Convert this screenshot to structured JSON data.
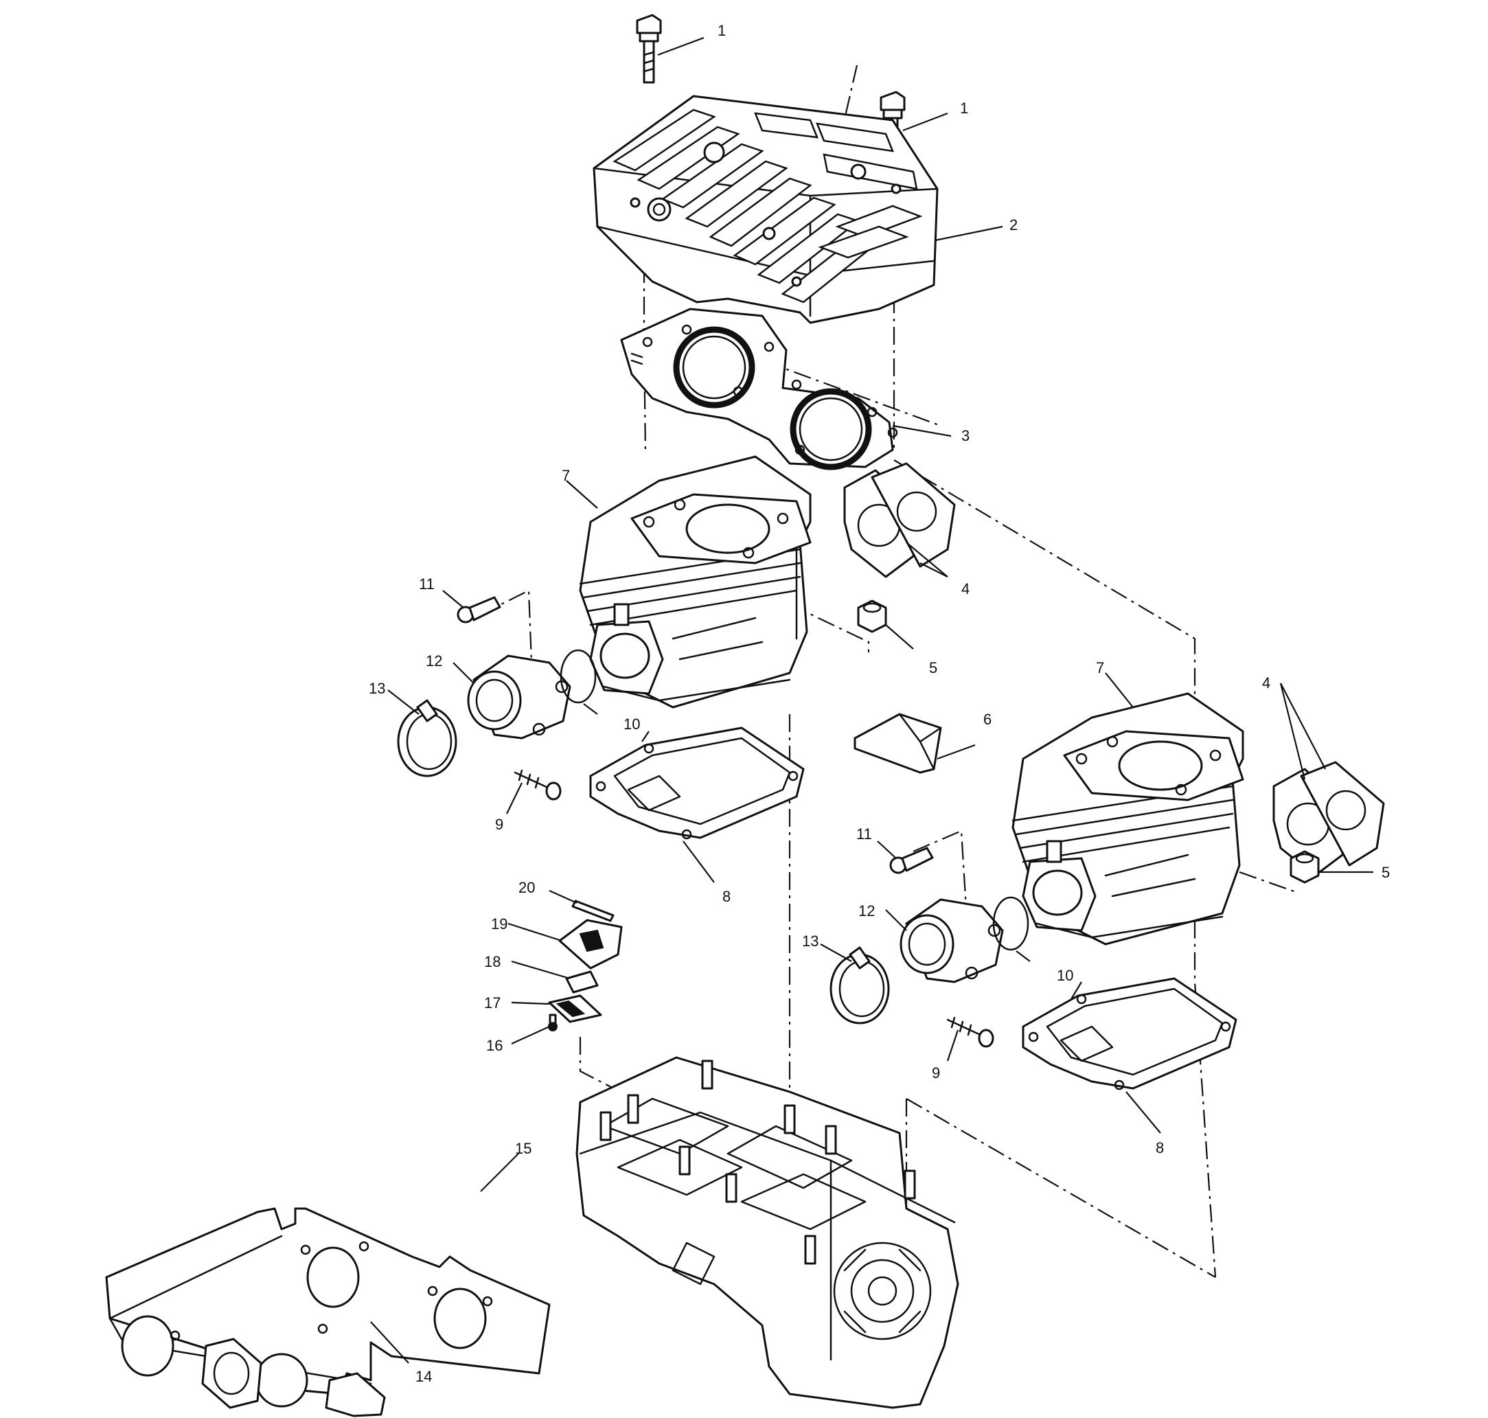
{
  "diagram": {
    "callouts": [
      {
        "id": "c1a",
        "text": "1"
      },
      {
        "id": "c1b",
        "text": "1"
      },
      {
        "id": "c2",
        "text": "2"
      },
      {
        "id": "c3",
        "text": "3"
      },
      {
        "id": "c4a",
        "text": "4"
      },
      {
        "id": "c4b",
        "text": "4"
      },
      {
        "id": "c5a",
        "text": "5"
      },
      {
        "id": "c5b",
        "text": "5"
      },
      {
        "id": "c6",
        "text": "6"
      },
      {
        "id": "c7a",
        "text": "7"
      },
      {
        "id": "c7b",
        "text": "7"
      },
      {
        "id": "c8a",
        "text": "8"
      },
      {
        "id": "c8b",
        "text": "8"
      },
      {
        "id": "c9a",
        "text": "9"
      },
      {
        "id": "c9b",
        "text": "9"
      },
      {
        "id": "c10a",
        "text": "10"
      },
      {
        "id": "c10b",
        "text": "10"
      },
      {
        "id": "c11a",
        "text": "11"
      },
      {
        "id": "c11b",
        "text": "11"
      },
      {
        "id": "c12a",
        "text": "12"
      },
      {
        "id": "c12b",
        "text": "12"
      },
      {
        "id": "c13a",
        "text": "13"
      },
      {
        "id": "c13b",
        "text": "13"
      },
      {
        "id": "c14",
        "text": "14"
      },
      {
        "id": "c15",
        "text": "15"
      },
      {
        "id": "c16",
        "text": "16"
      },
      {
        "id": "c17",
        "text": "17"
      },
      {
        "id": "c18",
        "text": "18"
      },
      {
        "id": "c19",
        "text": "19"
      },
      {
        "id": "c20",
        "text": "20"
      }
    ]
  }
}
